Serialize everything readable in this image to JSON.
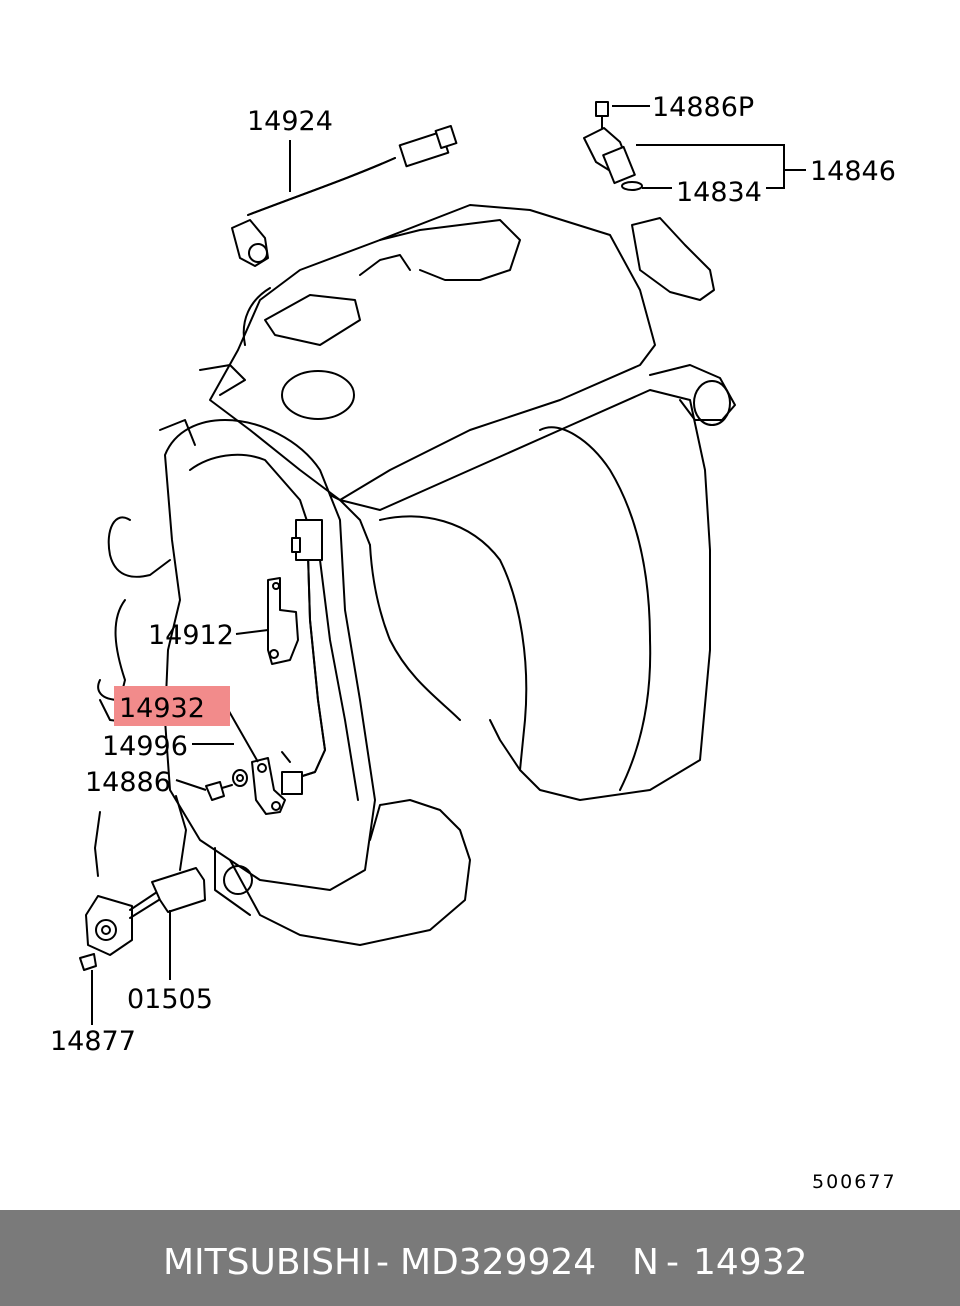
{
  "parts": {
    "p14924": "14924",
    "p14886P": "14886P",
    "p14846": "14846",
    "p14834": "14834",
    "p14912": "14912",
    "p14932": "14932",
    "p14996": "14996",
    "p14886": "14886",
    "p01505": "01505",
    "p14877": "14877"
  },
  "reference_code": "500677",
  "highlight_color": "#f28b8b",
  "footer": {
    "brand": "MITSUBISHI",
    "separator": "-",
    "part_number": "MD329924",
    "ref_prefix": "N",
    "ref_separator": "-",
    "ref_number": "14932"
  }
}
